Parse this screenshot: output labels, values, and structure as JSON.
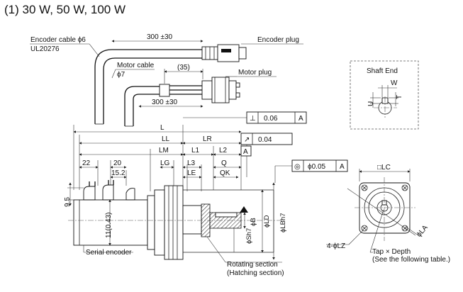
{
  "heading": "(1) 30 W, 50 W, 100 W",
  "labels": {
    "encoder_cable": "Encoder cable ϕ6",
    "ul": "UL20276",
    "len_300a": "300 ±30",
    "encoder_plug": "Encoder plug",
    "motor_cable": "Motor cable",
    "phi7": "ϕ7",
    "dim35": "(35)",
    "motor_plug": "Motor plug",
    "len_300b": "300 ±30",
    "shaft_end": "Shaft End",
    "W": "W",
    "T": "T",
    "U": "U",
    "L": "L",
    "LL": "LL",
    "LR": "LR",
    "LM": "LM",
    "L1": "L1",
    "L2": "L2",
    "d22": "22",
    "d20": "20",
    "d152": "15.2",
    "LG": "LG",
    "L3": "L3",
    "Q": "Q",
    "LE": "LE",
    "QK": "QK",
    "d95": "9.5",
    "d11": "11(0.43)",
    "phiS": "ϕSh7",
    "phiB": "ϕB",
    "phiLD": "ϕLD",
    "phiLB": "ϕLBh7",
    "serial_encoder": "Serial encoder",
    "rotating": "Rotating section",
    "hatching": "(Hatching section)",
    "tol1_sym": "⊥",
    "tol1_val": "0.06",
    "tol1_ref": "A",
    "tol2_sym": "↗",
    "tol2_val": "0.04",
    "datum": "A",
    "tol3_sym": "◎",
    "tol3_val": "ϕ0.05",
    "tol3_ref": "A",
    "LC": "□LC",
    "phiLA": "ϕLA",
    "fourLZ": "4-ϕLZ",
    "tap": "Tap × Depth",
    "see_table": "(See the following table.)"
  }
}
